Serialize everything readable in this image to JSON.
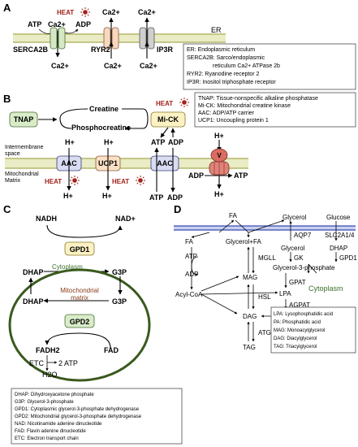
{
  "panels": {
    "a": "A",
    "b": "B",
    "c": "C",
    "d": "D"
  },
  "a": {
    "heat": "HEAT",
    "atp": "ATP",
    "ca_top": "Ca2+",
    "adp": "ADP",
    "er": "ER",
    "serca": "SERCA2B",
    "ryr2": "RYR2",
    "ip3r": "IP3R",
    "ca_bottom": "Ca2+",
    "ca1": "Ca2+",
    "ca2": "Ca2+",
    "ca3": "Ca2+",
    "ca4": "Ca2+",
    "legend": [
      "ER: Endoplasmic reticulum",
      "SERCA2B: Sarco/endoplasmic",
      "reticulum Ca2+ ATPase 2b",
      "RYR2: Ryanodine receptor 2",
      "IP3R: Inositol triphosphate receptor"
    ]
  },
  "b": {
    "tnap": "TNAP",
    "creatine": "Creatine",
    "phosphocreatine": "Phosphocreatine",
    "mick": "Mi-CK",
    "heat": "HEAT",
    "intermembrane": [
      "Intermembrane",
      "space"
    ],
    "matrix": [
      "Mitochondrial",
      "Matrix"
    ],
    "h": "H+",
    "aac": "AAC",
    "ucp1": "UCP1",
    "v": "V",
    "atp": "ATP",
    "adp": "ADP",
    "legend": [
      "TNAP: Tissue-nonspecific alkaline phosphatase",
      "Mi-CK: Mitochondrial creatine kinase",
      "AAC: ADP/ATP carrier",
      "UCP1: Uncoupling protein 1"
    ]
  },
  "c": {
    "nadh": "NADH",
    "nad": "NAD+",
    "gpd1": "GPD1",
    "dhap": "DHAP",
    "g3p": "G3P",
    "cytoplasm": "Cytoplasm",
    "matrix": [
      "Mitochondrial",
      "matrix"
    ],
    "gpd2": "GPD2",
    "fadh2": "FADH2",
    "fad": "FAD",
    "etc": "ETC",
    "atp2": "2 ATP",
    "h2o": "H2O",
    "legend": [
      "DHAP: Dihydroxyacetone phosphate",
      "G3P: Glycerol-3-phosphate",
      "GPD1: Cytoplasmic glycerol-3-phosphate dehydrogenase",
      "GPD2: Mitochondrial glycerol-3-phosphate dehydrogenase",
      "NAD: Nicotinamide adenine dinucleotide",
      "FAD: Flavin adenine dinucleotide",
      "ETC: Electron transport chain"
    ]
  },
  "d": {
    "fa": "FA",
    "glycerol": "Glycerol",
    "glucose": "Glucose",
    "aqp7": "AQP7",
    "slc": "SLC2A1/4",
    "glycerol_fa": "Glycerol+FA",
    "dhap": "DHAP",
    "gk": "GK",
    "gpd1": "GPD1",
    "atp": "ATP",
    "adp": "ADP",
    "mgll": "MGLL",
    "mag": "MAG",
    "g3p": "Glycerol-3-phosphate",
    "gpat": "GPAT",
    "acyl": "Acyl-CoA",
    "hsl": "HSL",
    "lpa": "LPA",
    "agpat": "AGPAT",
    "pa": "PA",
    "dag": "DAG",
    "atgl": "ATGL",
    "tag": "TAG",
    "cytoplasm": "Cytoplasm",
    "legend": [
      "LPA: Lysophosphatidic acid",
      "PA: Phosphatidic acid",
      "MAG: Monoacylglycerol",
      "DAG: Diacylglycerol",
      "TAG: Triacylglycerol"
    ]
  }
}
